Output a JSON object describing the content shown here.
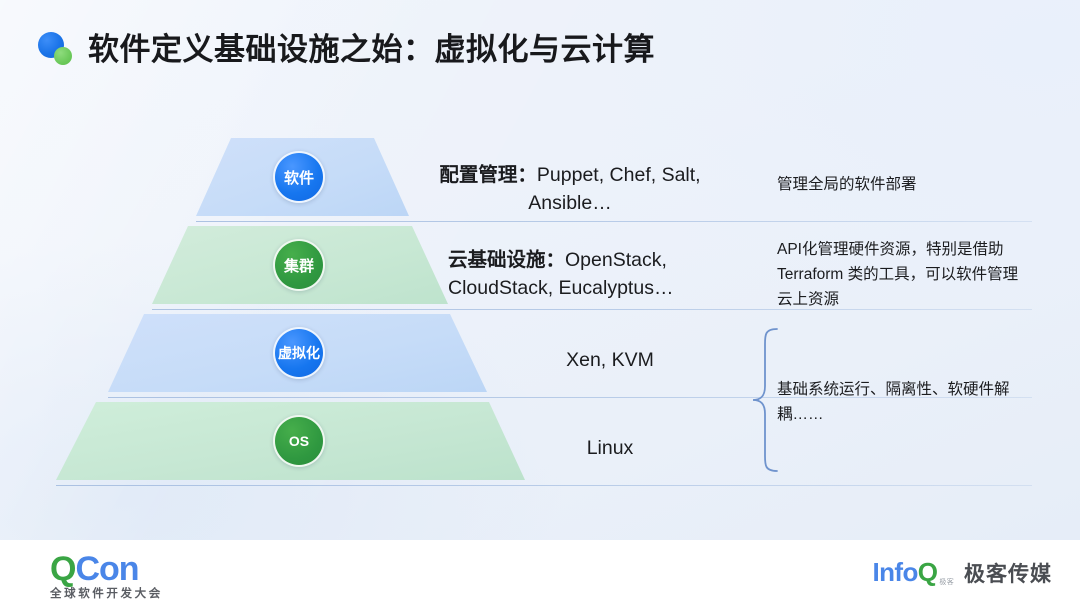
{
  "slide": {
    "title": "软件定义基础设施之始：虚拟化与云计算",
    "brand_mark": "blue-green-dots-icon"
  },
  "colors": {
    "accent_blue": "#1a73e8",
    "accent_green": "#3aa544",
    "layer_blue_fill": "#c6dcf8",
    "layer_green_fill": "#c8e8d4",
    "background": "#edf2fa",
    "text": "#1b1c1f",
    "line": "#a4bddf"
  },
  "pyramid": {
    "layers": [
      {
        "badge": "软件",
        "badge_color": "blue",
        "fill": "blue",
        "mid_label": "配置管理：",
        "mid_value": "Puppet, Chef, Salt, Ansible…",
        "right_note": "管理全局的软件部署"
      },
      {
        "badge": "集群",
        "badge_color": "green",
        "fill": "green",
        "mid_label": "云基础设施：",
        "mid_value": "OpenStack, CloudStack, Eucalyptus…",
        "right_note": "API化管理硬件资源，特别是借助 Terraform 类的工具，可以软件管理云上资源"
      },
      {
        "badge": "虚拟化",
        "badge_color": "blue",
        "fill": "blue",
        "mid_label": "",
        "mid_value": "Xen, KVM",
        "right_note": ""
      },
      {
        "badge": "OS",
        "badge_color": "green",
        "fill": "green",
        "mid_label": "",
        "mid_value": "Linux",
        "right_note": ""
      }
    ],
    "brace_note": "基础系统运行、隔离性、软硬件解耦……"
  },
  "footer": {
    "qcon_q": "Q",
    "qcon_con": "Con",
    "qcon_sub": "全球软件开发大会",
    "infoq_info": "Info",
    "infoq_q": "Q",
    "infoq_tm": "极客",
    "infoq_cn": "极客传媒"
  }
}
